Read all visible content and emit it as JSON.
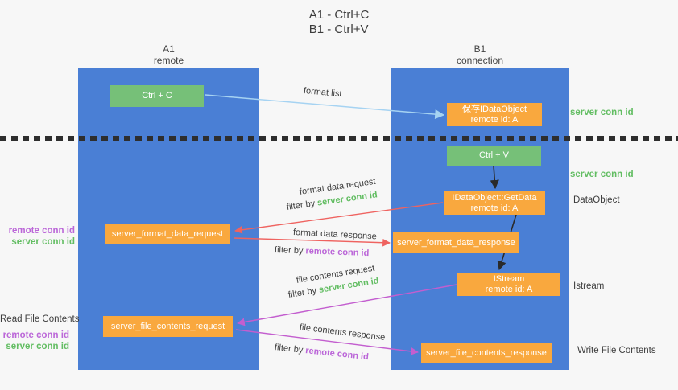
{
  "title": {
    "line1": "A1 - Ctrl+C",
    "line2": "B1 - Ctrl+V"
  },
  "lifelines": {
    "a1": {
      "id": "A1",
      "role": "remote"
    },
    "b1": {
      "id": "B1",
      "role": "connection"
    }
  },
  "nodes": {
    "ctrl_c": {
      "label": "Ctrl + C"
    },
    "save_idataobject": {
      "line1": "保存IDataObject",
      "line2": "remote id: A"
    },
    "ctrl_v": {
      "label": "Ctrl + V"
    },
    "getdata": {
      "line1": "IDataObject::GetData",
      "line2": "remote id: A"
    },
    "format_request": {
      "label": "server_format_data_request"
    },
    "format_response": {
      "label": "server_format_data_response"
    },
    "istream": {
      "line1": "IStream",
      "line2": "remote id: A"
    },
    "file_request": {
      "label": "server_file_contents_request"
    },
    "file_response": {
      "label": "server_file_contents_response"
    }
  },
  "side_labels": {
    "server_conn_id_top": "server conn id",
    "server_conn_id_mid": "server conn id",
    "dataobject": "DataObject",
    "istream": "Istream",
    "write_file_contents": "Write File Contents",
    "read_file_contents": "Read File Contents",
    "format_remote_conn_id": "remote conn id",
    "format_server_conn_id": "server conn id",
    "file_remote_conn_id": "remote conn id",
    "file_server_conn_id": "server conn id"
  },
  "arrows": {
    "format_list": {
      "label": "format list"
    },
    "format_request": {
      "label": "format data request",
      "filter_prefix": "filter by ",
      "filter_value": "server conn id"
    },
    "format_response": {
      "label": "format data response",
      "filter_prefix": "filter by ",
      "filter_value": "remote conn id"
    },
    "file_request": {
      "label": "file contents request",
      "filter_prefix": "filter by ",
      "filter_value": "server conn id"
    },
    "file_response": {
      "label": "file contents response",
      "filter_prefix": "filter by ",
      "filter_value": "remote conn id"
    }
  },
  "colors": {
    "background": "#f7f7f7",
    "lifeline_blue": "#4a7fd5",
    "node_orange": "#f9a83e",
    "node_green": "#76c078",
    "server_conn_green": "#62bd62",
    "remote_conn_purple": "#bb66d8",
    "arrow_red": "#ef6360",
    "arrow_purple": "#c35ecf",
    "arrow_lightblue": "#a6d3f2",
    "arrow_black": "#2a2a2a",
    "separator_dark": "#2e2e2e",
    "text_dark": "#3d3d3d"
  }
}
